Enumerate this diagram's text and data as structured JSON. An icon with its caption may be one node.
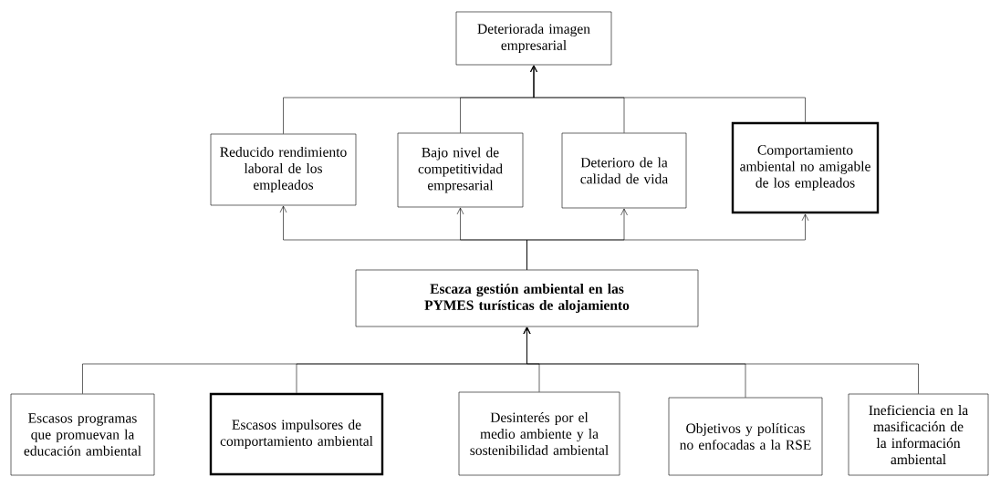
{
  "diagram": {
    "nodes": [
      {
        "text": [
          "Deteriorada imagen empresarial"
        ]
      },
      {
        "text": [
          "Reducido rendimiento laboral de los empleados"
        ]
      },
      {
        "text": [
          "Bajo nivel de competitividad empresarial"
        ]
      },
      {
        "text": [
          "Deterioro de la calidad de vida"
        ]
      },
      {
        "text": [
          "Comportamiento ambiental no amigable de los empleados"
        ]
      },
      {
        "text": [
          "**Escaza gestión ambiental en las PYMES turísticas de alojamiento**"
        ]
      },
      {
        "text": [
          "Escasos programas que promuevan la educación ambiental"
        ]
      },
      {
        "text": [
          "Escasos impulsores de comportamiento ambiental"
        ]
      },
      {
        "text": [
          "Desinterés por el medio ambiente y la sostenibilidad ambiental"
        ]
      },
      {
        "text": [
          "Objetivos y políticas no enfocadas a la RSE"
        ]
      },
      {
        "text": [
          "Ineficiencia en la masificación de la información ambiental"
        ]
      }
    ],
    "edges": [
      {
        "from": 1,
        "to": 0,
        "arrow": "to"
      },
      {
        "from": 2,
        "to": 0,
        "arrow": "to"
      },
      {
        "from": 3,
        "to": 0,
        "arrow": "to"
      },
      {
        "from": 4,
        "to": 0,
        "arrow": "to"
      },
      {
        "from": 5,
        "to": 1,
        "arrow": "to"
      },
      {
        "from": 5,
        "to": 2,
        "arrow": "to"
      },
      {
        "from": 5,
        "to": 3,
        "arrow": "to"
      },
      {
        "from": 5,
        "to": 4,
        "arrow": "to"
      },
      {
        "from": 6,
        "to": 5,
        "arrow": "to"
      },
      {
        "from": 7,
        "to": 5,
        "arrow": "to"
      },
      {
        "from": 8,
        "to": 5,
        "arrow": "to"
      },
      {
        "from": 9,
        "to": 5,
        "arrow": "to"
      },
      {
        "from": 10,
        "to": 5,
        "arrow": "to"
      }
    ]
  }
}
